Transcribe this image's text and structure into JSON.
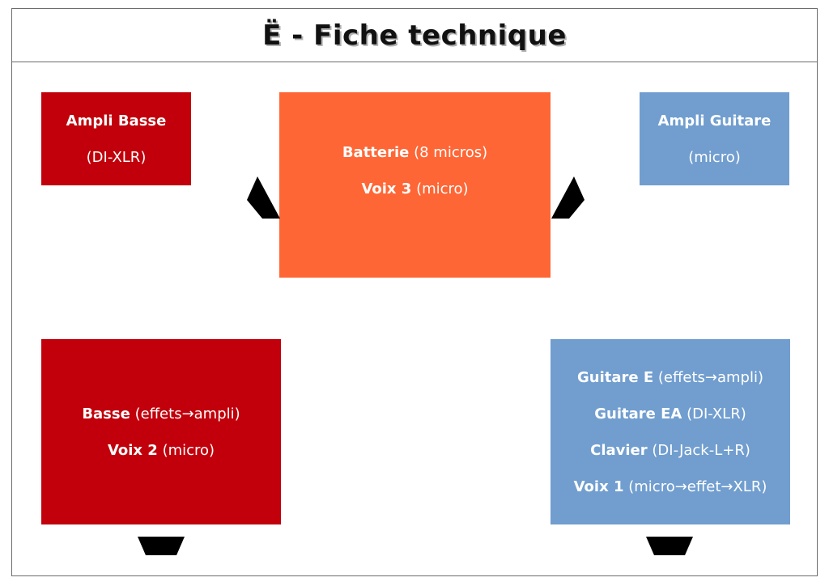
{
  "title": "Ë - Fiche technique",
  "colors": {
    "bass": "#c1000b",
    "drums": "#ff6635",
    "guitar": "#719ecf",
    "monitor": "#000000",
    "border": "#6d6d6d"
  },
  "stage": {
    "amp_bass": {
      "name": "Ampli Basse",
      "detail": "(DI-XLR)"
    },
    "drums": {
      "lines": [
        {
          "name": "Batterie",
          "detail": "(8 micros)"
        },
        {
          "name": "Voix 3",
          "detail": "(micro)"
        }
      ]
    },
    "amp_guitar": {
      "name": "Ampli Guitare",
      "detail": "(micro)"
    },
    "bass_station": {
      "lines": [
        {
          "name": "Basse",
          "detail": "(effets→ampli)"
        },
        {
          "name": "Voix 2",
          "detail": "(micro)"
        }
      ]
    },
    "guitar_station": {
      "lines": [
        {
          "name": "Guitare E",
          "detail": "(effets→ampli)"
        },
        {
          "name": "Guitare EA",
          "detail": "(DI-XLR)"
        },
        {
          "name": "Clavier",
          "detail": "(DI-Jack-L+R)"
        },
        {
          "name": "Voix 1",
          "detail": "(micro→effet→XLR)"
        }
      ]
    },
    "monitor_icon": "floor-wedge-monitor"
  }
}
